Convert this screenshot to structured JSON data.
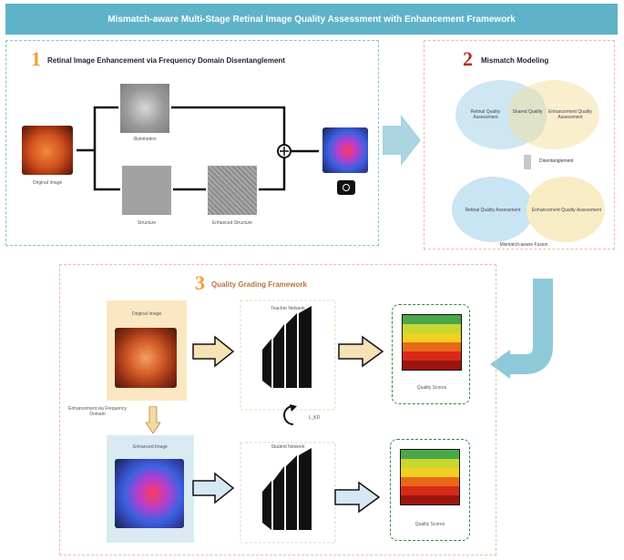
{
  "banner": {
    "title": "Mismatch-aware Multi-Stage Retinal Image Quality Assessment with Enhancement Framework"
  },
  "panel1": {
    "number": "1",
    "title": "Retinal Image Enhancement via Frequency Domain Disentanglement",
    "original_label": "Original Image",
    "illum_label": "Illumination",
    "struct_label": "Structure",
    "enhanced_struct_label": "Enhanced Structure"
  },
  "panel2": {
    "number": "2",
    "title": "Mismatch Modeling",
    "venn_left": "Retinal Quality Assessment",
    "venn_right": "Enhancement Quality Assessment",
    "venn_center": "Shared Quality",
    "arrow_label": "Disentanglement",
    "bottom_left": "Retinal Quality Assessment",
    "bottom_right": "Enhancement Quality Assessment",
    "footer": "Mismatch-aware Fusion"
  },
  "panel3": {
    "number": "3",
    "title": "Quality Grading Framework",
    "orig_box_label": "Original Image",
    "enh_box_label": "Enhanced Image",
    "side_note": "Enhancement via Frequency Domain",
    "net_top_label": "Teacher Network",
    "net_bottom_label": "Student Network",
    "loss_label": "L_KD",
    "out_top": "Quality Scores",
    "out_bottom": "Quality Scores"
  },
  "colors": {
    "banner": "#5fb3c8",
    "accent_blue": "#7cc4d6",
    "accent_salmon": "#f0b7a8",
    "venn_blue": "#c9e4f2",
    "venn_yellow": "#f8ecc4",
    "grade_green": "#2e8b3e"
  }
}
